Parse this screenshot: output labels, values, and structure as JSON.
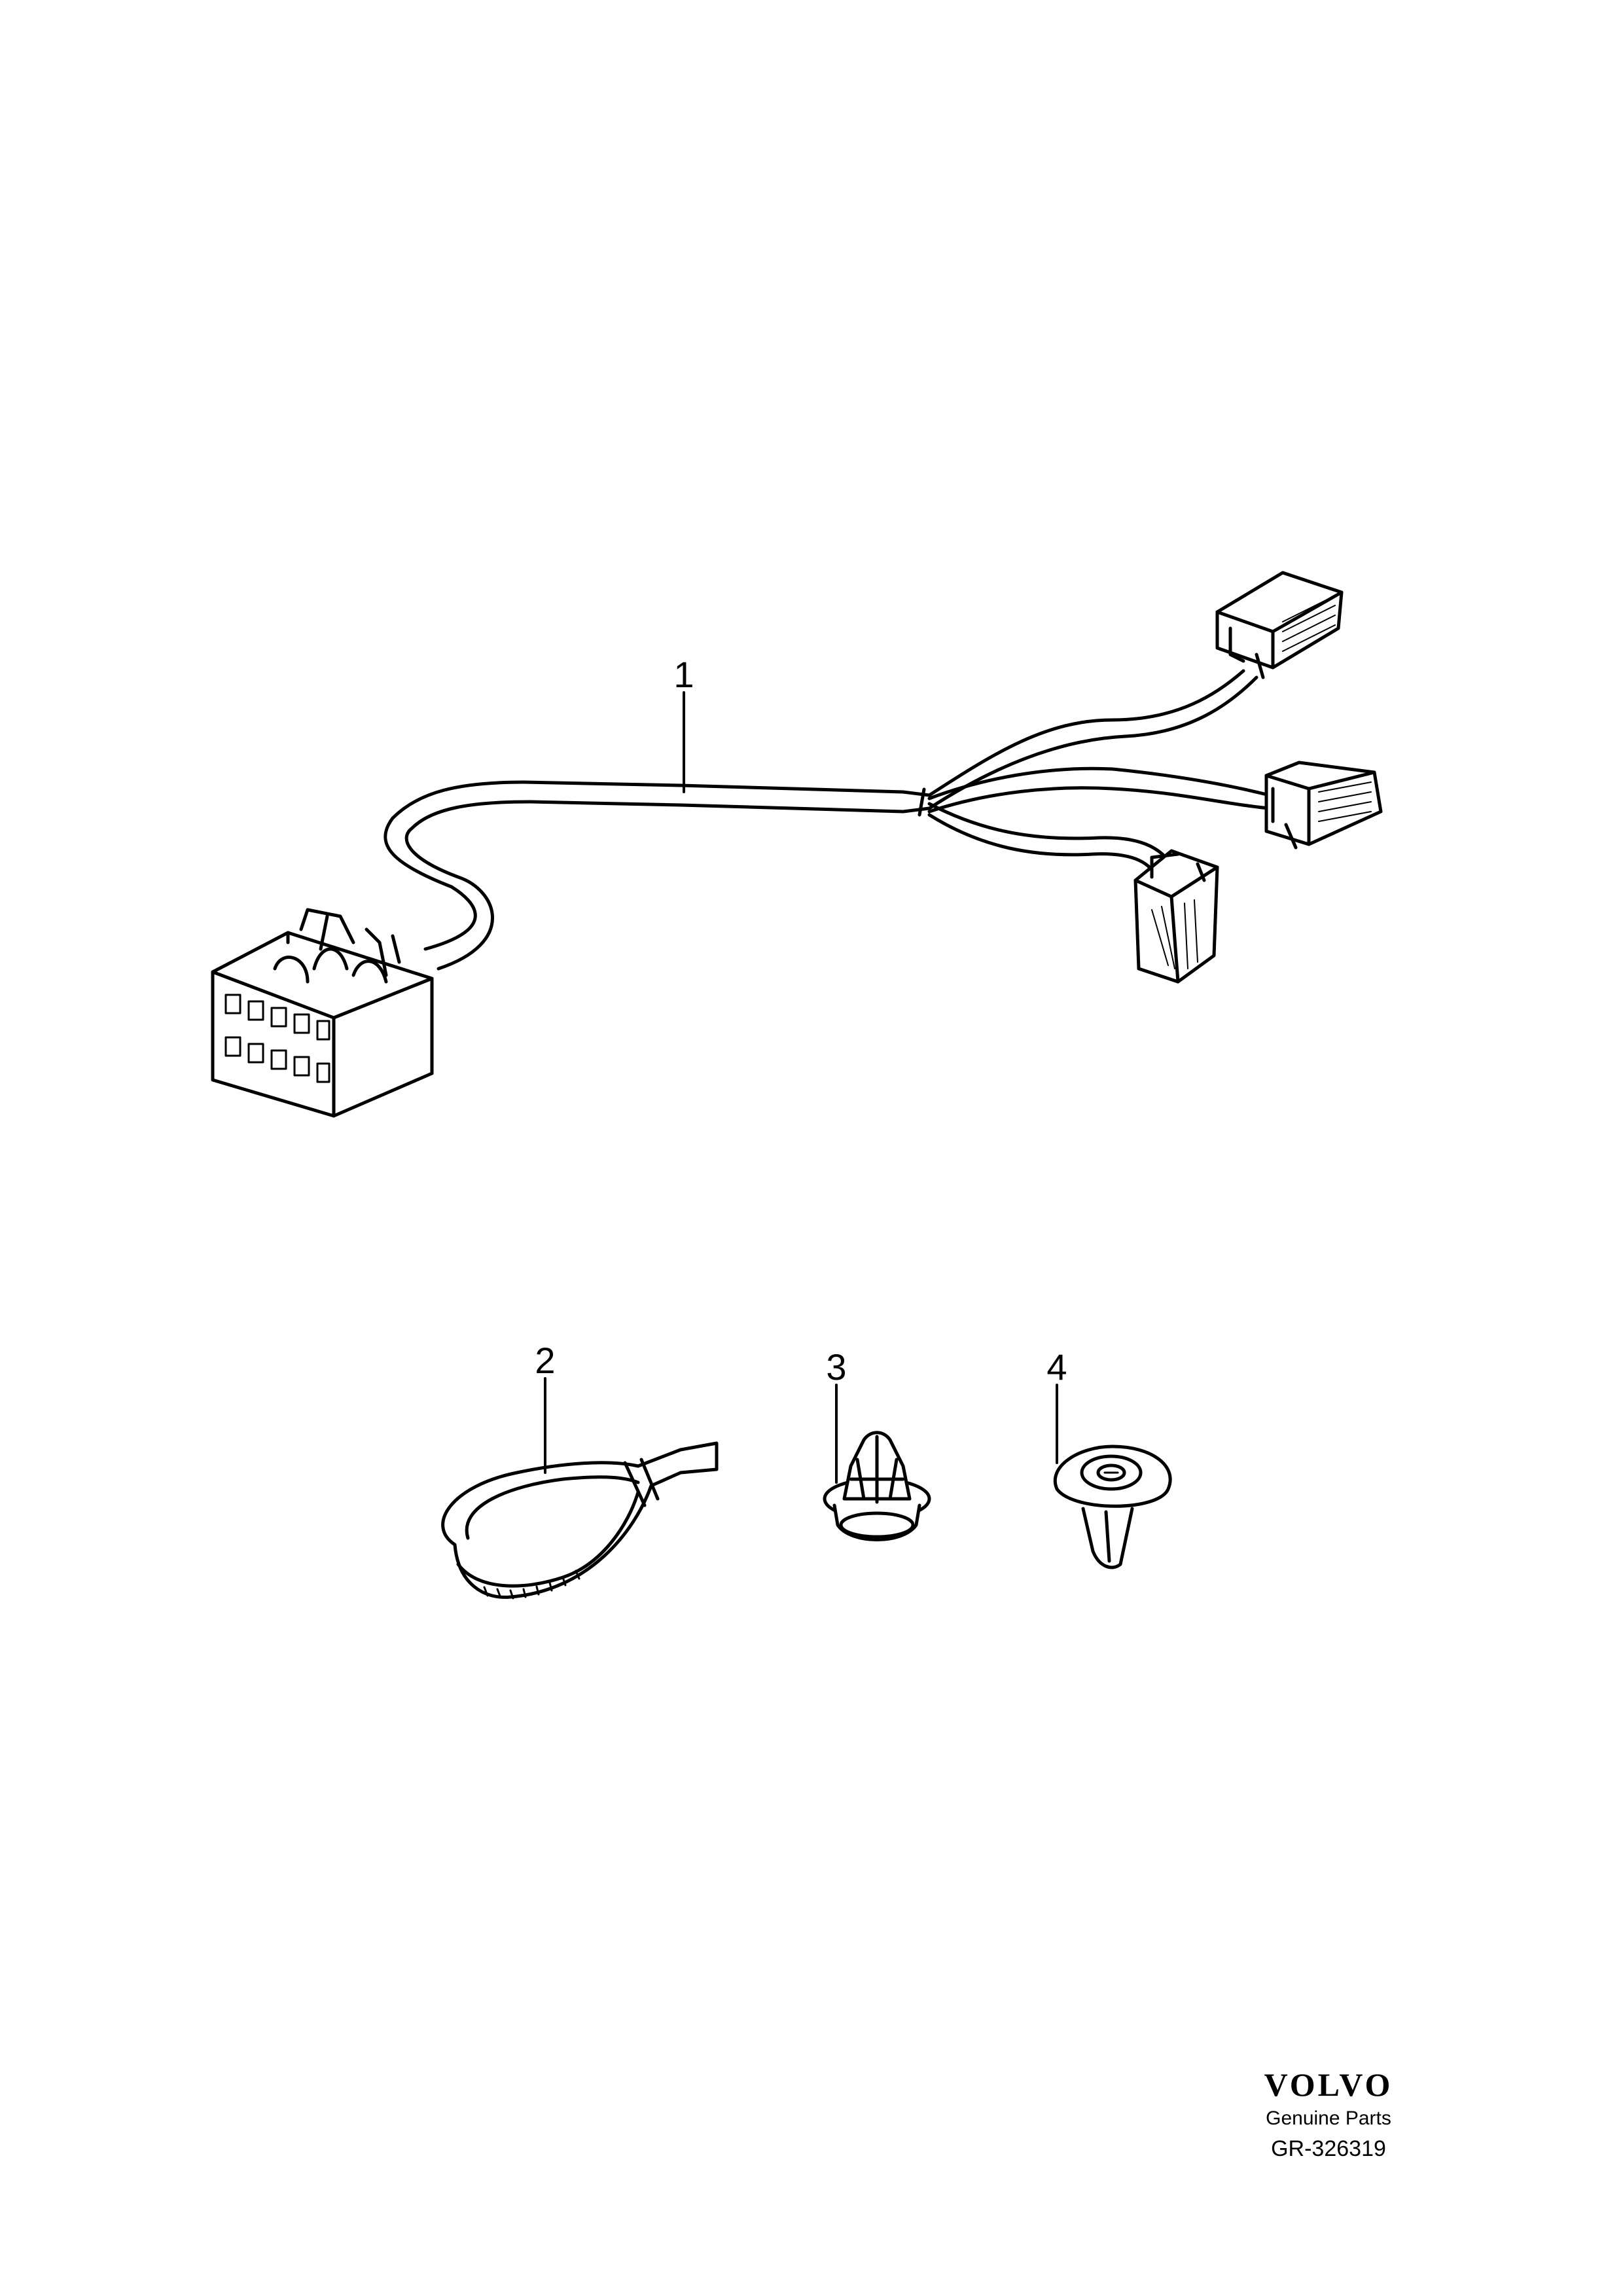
{
  "callouts": [
    {
      "label": "1"
    },
    {
      "label": "2"
    },
    {
      "label": "3"
    },
    {
      "label": "4"
    }
  ],
  "footer": {
    "brand": "VOLVO",
    "tagline": "Genuine Parts",
    "code": "GR-326319"
  }
}
